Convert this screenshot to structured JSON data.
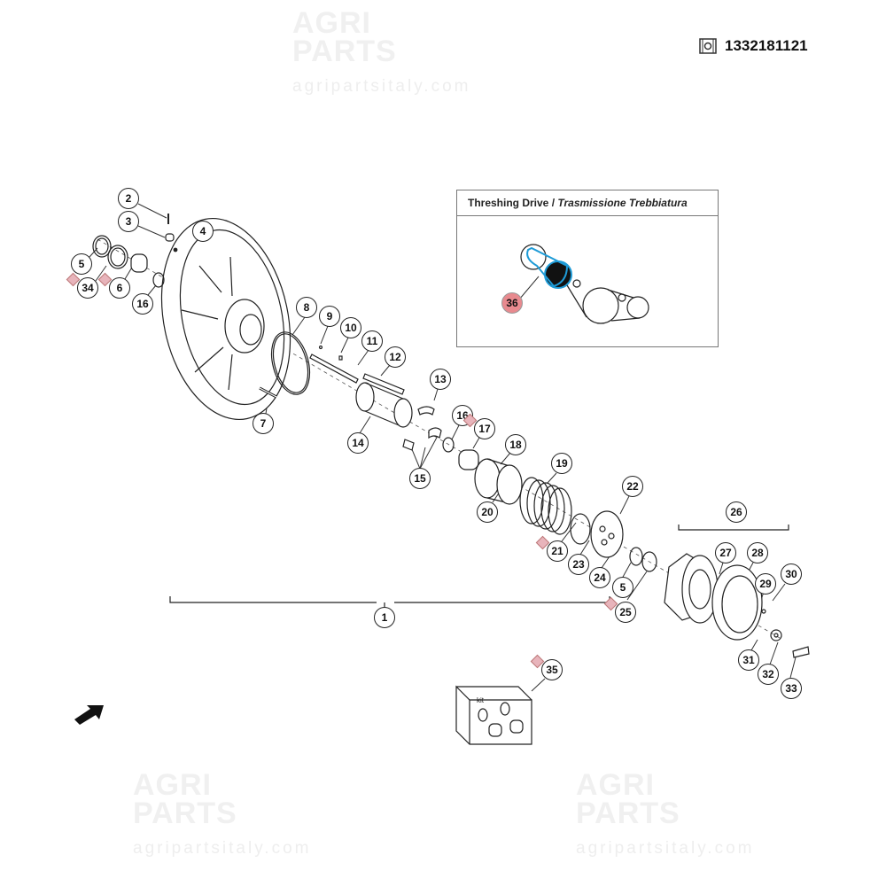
{
  "header": {
    "part_number": "1332181121",
    "icon": "parts-catalog-icon"
  },
  "watermark": {
    "brand_line1": "AGRI",
    "brand_line2": "PARTS",
    "url": "agripartsitaly.com"
  },
  "inset": {
    "title_en": "Threshing Drive",
    "separator": " / ",
    "title_it": "Trasmissione Trebbiatura",
    "callout": "36",
    "highlight_color": "#1e9bd7"
  },
  "kit": {
    "label": "kit"
  },
  "callouts": [
    "2",
    "3",
    "4",
    "5",
    "34",
    "6",
    "16",
    "8",
    "9",
    "10",
    "11",
    "12",
    "7",
    "14",
    "13",
    "16",
    "17",
    "18",
    "15",
    "19",
    "20",
    "22",
    "21",
    "23",
    "24",
    "5",
    "25",
    "26",
    "27",
    "28",
    "29",
    "30",
    "31",
    "32",
    "33",
    "1",
    "35"
  ],
  "colors": {
    "tag": "#e8b4bb",
    "highlight_callout": "#e88a8f"
  }
}
